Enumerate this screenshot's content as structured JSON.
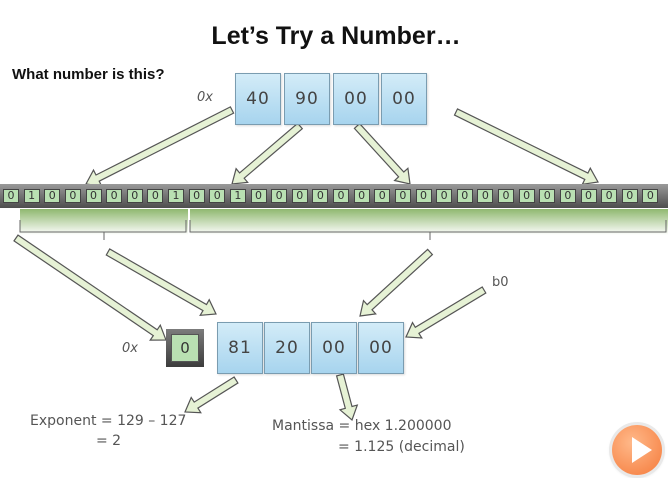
{
  "title": "Let’s Try a Number…",
  "question": "What number is this?",
  "hex_prefix": "0x",
  "hex_input": [
    "40",
    "90",
    "00",
    "00"
  ],
  "bits": [
    "0",
    "1",
    "0",
    "0",
    "0",
    "0",
    "0",
    "0",
    "1",
    "0",
    "0",
    "1",
    "0",
    "0",
    "0",
    "0",
    "0",
    "0",
    "0",
    "0",
    "0",
    "0",
    "0",
    "0",
    "0",
    "0",
    "0",
    "0",
    "0",
    "0",
    "0",
    "0"
  ],
  "bin_prefix": "b0",
  "sign_bit": "0",
  "output_prefix": "0x",
  "hex_output": [
    "81",
    "20",
    "00",
    "00"
  ],
  "exponent_line1": "Exponent = 129 – 127",
  "exponent_line2": "= 2",
  "mantissa_line1": "Mantissa = hex 1.200000",
  "mantissa_line2": "= 1.125 (decimal)",
  "colors": {
    "box_fill": "#a7d4ee",
    "bit_fill": "#b9e0b2",
    "bracket_green": "#8fb86f",
    "arrow_fill": "#e6f2d5",
    "play_orange": "#f57a3a"
  },
  "icons": [
    "play-icon"
  ]
}
